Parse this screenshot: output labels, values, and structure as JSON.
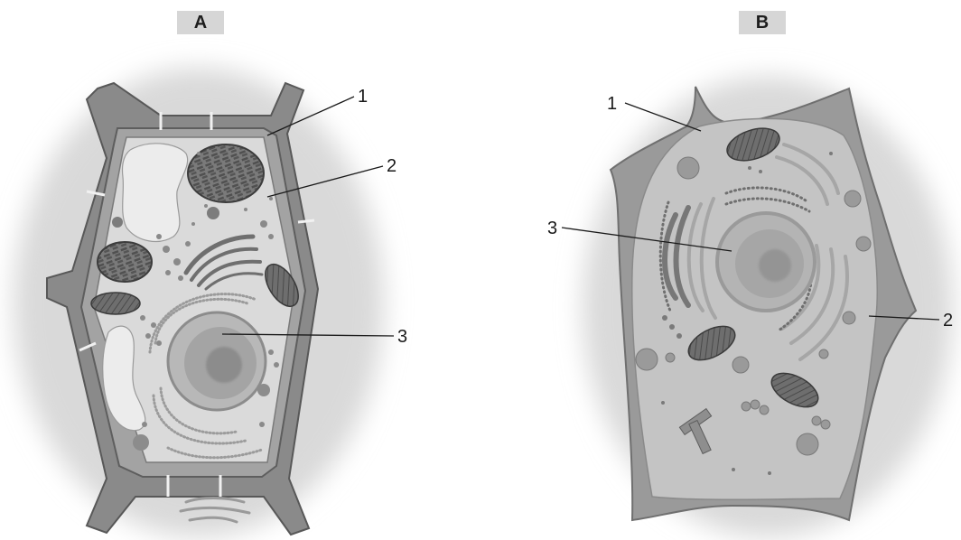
{
  "panels": [
    {
      "letter": "A",
      "callouts": [
        "1",
        "2",
        "3"
      ]
    },
    {
      "letter": "B",
      "callouts": [
        "1",
        "2",
        "3"
      ]
    }
  ]
}
